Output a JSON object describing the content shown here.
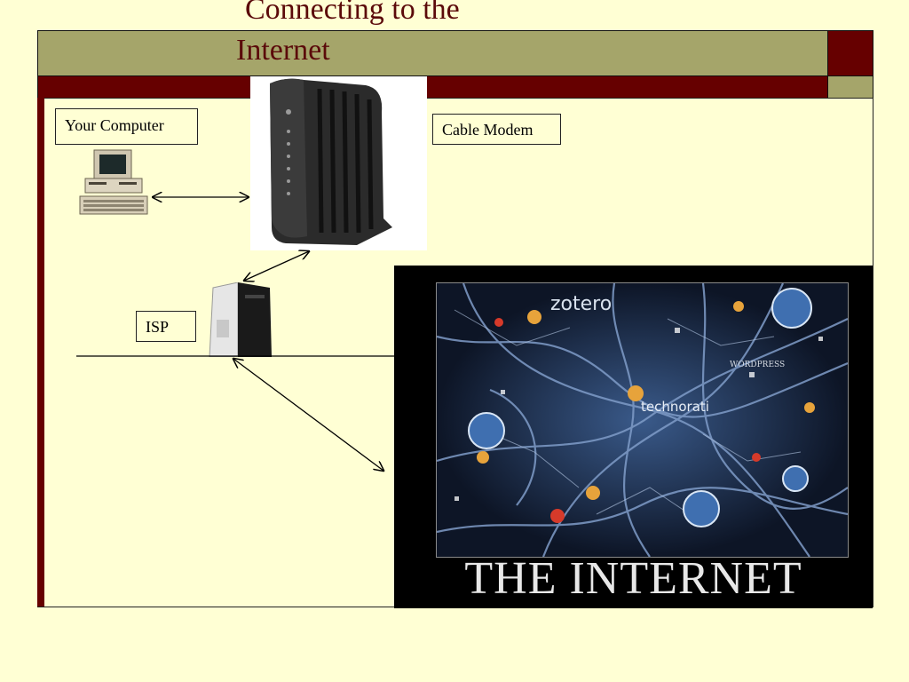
{
  "slide": {
    "title_line1": "Connecting to the",
    "title_line2": "Internet"
  },
  "labels": {
    "computer": "Your Computer",
    "modem": "Cable Modem",
    "isp": "ISP"
  },
  "internet_image": {
    "caption": "THE INTERNET",
    "logo_zotero": "zotero",
    "logo_technorati": "technorati",
    "logo_wordpress": "WORDPRESS"
  },
  "colors": {
    "background": "#ffffd4",
    "title_text": "#5b0a0a",
    "accent_red": "#660000",
    "accent_olive": "#a5a56a"
  }
}
